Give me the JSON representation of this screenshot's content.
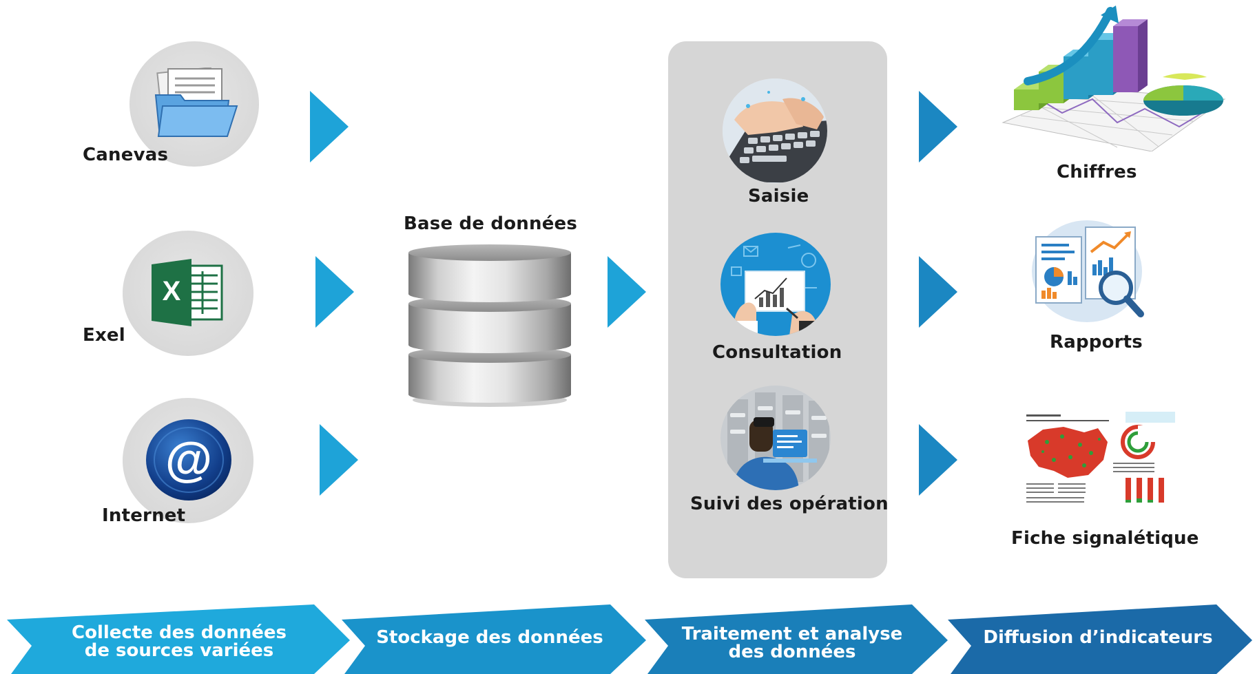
{
  "sources": [
    {
      "label": "Canevas",
      "icon": "folder-icon"
    },
    {
      "label": "Exel",
      "icon": "excel-icon"
    },
    {
      "label": "Internet",
      "icon": "at-sign-icon"
    }
  ],
  "database": {
    "label": "Base de données",
    "icon": "database-icon"
  },
  "processing": [
    {
      "label": "Saisie",
      "icon": "keyboard-typing-icon"
    },
    {
      "label": "Consultation",
      "icon": "chart-consultation-icon"
    },
    {
      "label": "Suivi des opération",
      "icon": "operator-monitoring-icon"
    }
  ],
  "outputs": [
    {
      "label": "Chiffres",
      "icon": "3d-charts-icon"
    },
    {
      "label": "Rapports",
      "icon": "report-magnifier-icon"
    },
    {
      "label": "Fiche signalétique",
      "icon": "map-datasheet-icon"
    }
  ],
  "stages": [
    {
      "line1": "Collecte des données",
      "line2": "de sources variées"
    },
    {
      "line1": "Stockage des données",
      "line2": ""
    },
    {
      "line1": "Traitement et analyse",
      "line2": "des données"
    },
    {
      "line1": "Diffusion d’indicateurs",
      "line2": ""
    }
  ],
  "colors": {
    "arrow_light": "#1ea3d8",
    "arrow_dark": "#1b87c2",
    "stage_1": "#1fa9dc",
    "stage_2": "#1a93cb",
    "stage_3": "#1a7fb9",
    "stage_4": "#1b6aa8",
    "panel": "#d6d6d6"
  }
}
